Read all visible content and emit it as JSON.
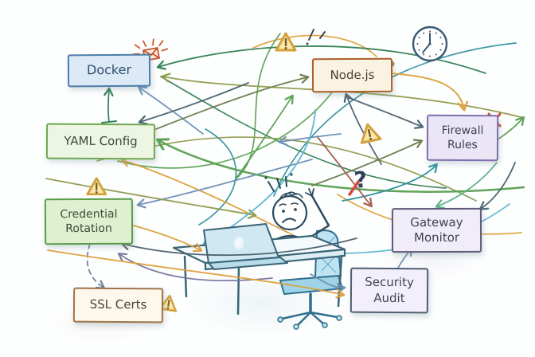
{
  "diagram_title": "tangled-infrastructure-diagram",
  "nodes": [
    {
      "id": "docker",
      "label": "Docker"
    },
    {
      "id": "yaml-config",
      "label": "YAML Config"
    },
    {
      "id": "credential-rotation",
      "label": "Credential Rotation"
    },
    {
      "id": "ssl-certs",
      "label": "SSL Certs"
    },
    {
      "id": "nodejs",
      "label": "Node.js"
    },
    {
      "id": "firewall-rules",
      "label": "Firewall Rules"
    },
    {
      "id": "gateway-monitor",
      "label": "Gateway Monitor"
    },
    {
      "id": "security-audit",
      "label": "Security Audit"
    }
  ],
  "icons": {
    "envelope_alert": "✉",
    "clock": "🕓",
    "warning": "⚠",
    "x_mark": "✕",
    "question_top": "?",
    "question_mid": "?"
  },
  "palette": {
    "green": "#58a050",
    "dark_green": "#2f7d52",
    "teal": "#2e8e9e",
    "cyan": "#56b4cf",
    "olive": "#8f9a4a",
    "dark_olive": "#6b7a4a",
    "amber": "#dda039",
    "slate_blue": "#6b8fb5",
    "steel": "#44606e",
    "slate": "#4a5f6e",
    "brown": "#a05a48",
    "purple": "#7a74a0",
    "mint": "#58b080",
    "red": "#d6493a",
    "warning_fill": "#f9e7ac",
    "warning_border": "#d2a13c"
  }
}
